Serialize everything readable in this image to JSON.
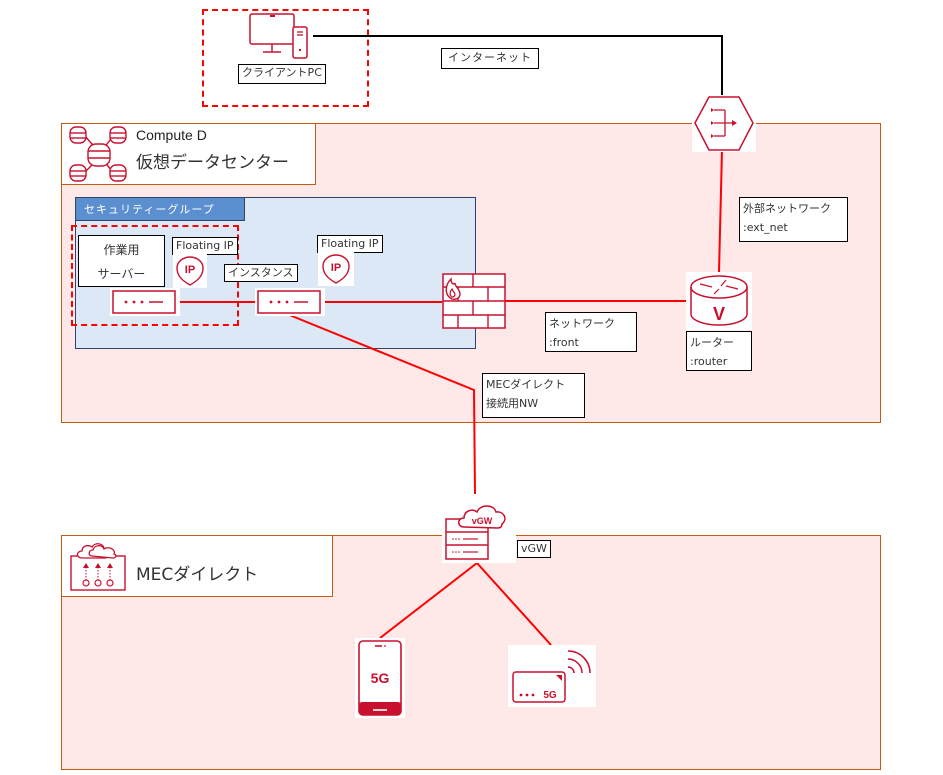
{
  "client": {
    "label": "クライアントPC"
  },
  "internet": {
    "label": "インターネット"
  },
  "compute_zone": {
    "title_en": "Compute D",
    "title_ja": "仮想データセンター"
  },
  "security_group": {
    "label": "セキュリティーグループ"
  },
  "work_server": {
    "line1": "作業用",
    "line2": "サーバー",
    "floating_ip_label": "Floating IP",
    "ip_icon_text": "IP"
  },
  "instance": {
    "label": "インスタンス",
    "floating_ip_label": "Floating IP",
    "ip_icon_text": "IP"
  },
  "front_network": {
    "line1": "ネットワーク",
    "line2": ":front"
  },
  "router": {
    "icon_text": "V",
    "line1": "ルーター",
    "line2": ":router"
  },
  "ext_network": {
    "line1": "外部ネットワーク",
    "line2": ":ext_net"
  },
  "mec_network": {
    "line1": "MECダイレクト",
    "line2": "接続用NW"
  },
  "vgw": {
    "icon_text": "vGW",
    "label": "vGW"
  },
  "mec_zone": {
    "title": "MECダイレクト"
  },
  "devices": {
    "phone_text": "5G",
    "router_text": "5G"
  },
  "colors": {
    "icon_red": "#c8102e",
    "wire_red": "#ff0000",
    "zone_fill": "#ffe8e8",
    "zone_border": "#c55a11",
    "sg_fill": "#dce8f5",
    "sg_header": "#5b8fd0"
  }
}
